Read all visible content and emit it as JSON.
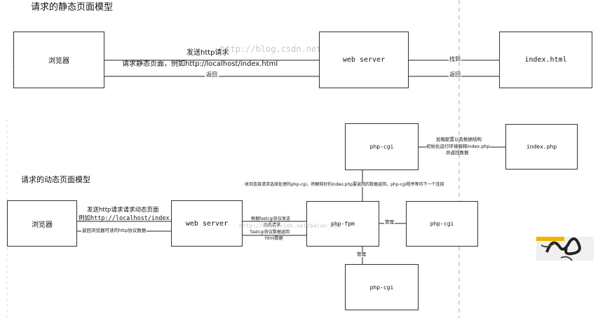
{
  "static_section": {
    "title": "请求的静态页面模型",
    "browser": "浏览器",
    "request_label_1": "发送http请求",
    "request_label_2": "请求静态页面，例如http://localhost/index.html",
    "return_label": "返回",
    "web_server": "web server",
    "find_label": "找到",
    "return_label_2": "返回",
    "file": "index.html"
  },
  "dynamic_section": {
    "title": "请求的动态页面模型",
    "browser": "浏览器",
    "request_label_1": "发送http请求请求动态页面",
    "request_label_2": "例如http://localhost/index.php",
    "return_label": "返回浏览器可读的http协议数据",
    "web_server": "web server",
    "fastcgi_label_1": "根据fastcgi协议发送",
    "fastcgi_label_2": "动态请求",
    "fastcgi_label_3": "fastcgi协议数据返回",
    "fastcgi_label_4": "html数据",
    "fpm": "php-fpm",
    "manage_right": "管理",
    "manage_bottom": "管理",
    "cgi_top": "php-cgi",
    "cgi_right": "php-cgi",
    "cgi_bottom": "php-cgi",
    "cgi_note_1": "加载配置以及数据结构",
    "cgi_note_2": "初始化运行环境解释index.php",
    "cgi_note_3": "并返回数据",
    "php_file": "index.php",
    "fpm_note": "收到连接请求选择处理的php-cgi，将解释好的index.php要返回的数据返回，php-cgi程序等待下一个连接"
  },
  "watermark": "http://blog.csdn.net/belen_xue"
}
